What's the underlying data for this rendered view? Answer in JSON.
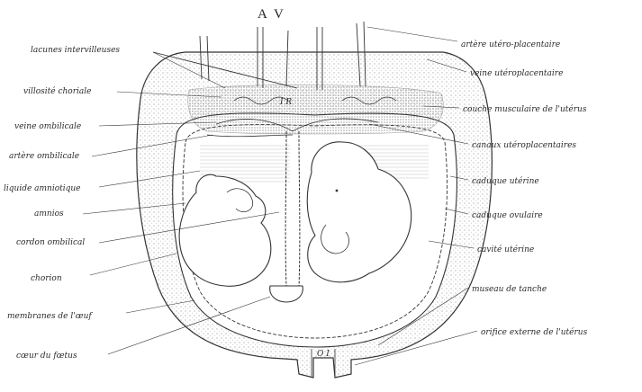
{
  "figure": {
    "top_letters": {
      "a": "A",
      "v": "V"
    },
    "center_label": "I R",
    "bottom_label": "O I",
    "labels_left": [
      "lacunes intervilleuses",
      "villosité choriale",
      "veine ombilicale",
      "artère ombilicale",
      "liquide amniotique",
      "amnios",
      "cordon ombilical",
      "chorion",
      "membranes de l'œuf",
      "cœur du fœtus"
    ],
    "labels_right": [
      "artère utéro-placentaire",
      "veine utéroplacentaire",
      "couche musculaire de l'utérus",
      "canaux utéroplacentaires",
      "caduque utérine",
      "caduque ovulaire",
      "cavité utérine",
      "museau de tanche",
      "orifice externe de l'utérus"
    ]
  },
  "colors": {
    "ink": "#2a2a2a",
    "stipple": "#9a9a9a",
    "background": "#ffffff"
  }
}
